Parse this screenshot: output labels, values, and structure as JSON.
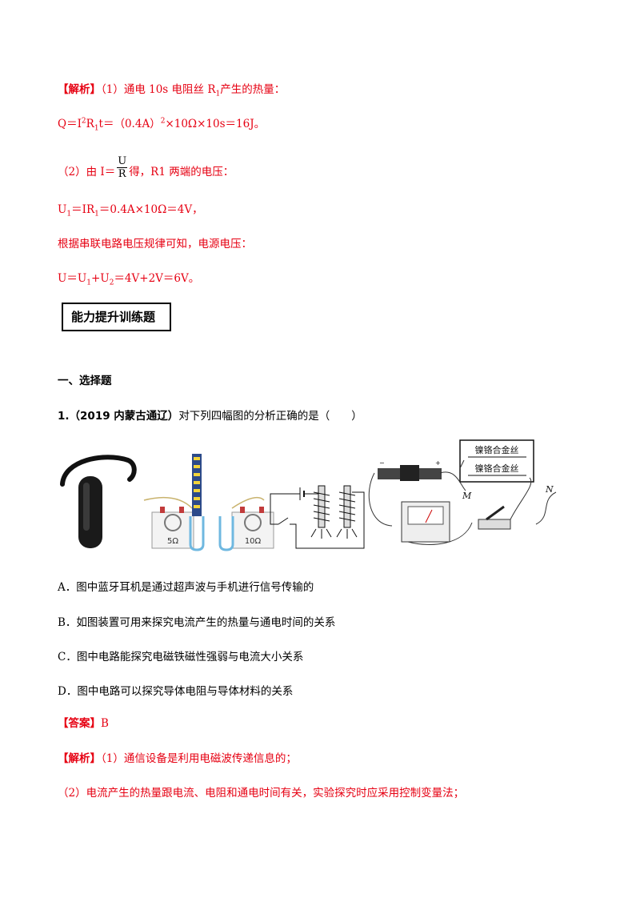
{
  "analysis1": {
    "tag": "【解析】",
    "l1_a": "（1）通电 10s 电阻丝 R",
    "l1_sub": "1",
    "l1_b": "产生的热量：",
    "l2_a": "Q＝I",
    "l2_sup": "2",
    "l2_b": "R",
    "l2_sub": "1",
    "l2_c": "t＝（0.4A）",
    "l2_sup2": "2",
    "l2_d": "×10Ω×10s＝16J。",
    "l3_a": "（2）由 I＝",
    "l3_num": "U",
    "l3_den": "R",
    "l3_b": "得，R1 两端的电压：",
    "l4_a": "U",
    "l4_sub1": "1",
    "l4_b": "＝IR",
    "l4_sub2": "1",
    "l4_c": "＝0.4A×10Ω＝4V，",
    "l5": "根据串联电路电压规律可知，电源电压：",
    "l6_a": "U＝U",
    "l6_sub1": "1",
    "l6_b": "+U",
    "l6_sub2": "2",
    "l6_c": "＝4V+2V＝6V。"
  },
  "section_title": "能力提升训练题",
  "subsection": "一、选择题",
  "question": {
    "num": "1.",
    "source": "（2019 内蒙古通辽）",
    "text": "对下列四幅图的分析正确的是（　　）"
  },
  "figure": {
    "label_5": "5Ω",
    "label_10": "10Ω",
    "wire1": "镍铬合金丝",
    "wire2": "镍铬合金丝",
    "label_m": "M",
    "label_n": "N"
  },
  "options": [
    "A．图中蓝牙耳机是通过超声波与手机进行信号传输的",
    "B．如图装置可用来探究电流产生的热量与通电时间的关系",
    "C．图中电路能探究电磁铁磁性强弱与电流大小关系",
    "D．图中电路可以探究导体电阻与导体材料的关系"
  ],
  "answer": {
    "tag": "【答案】",
    "value": "B"
  },
  "analysis2": {
    "tag": "【解析】",
    "l1": "（1）通信设备是利用电磁波传递信息的；",
    "l2": "（2）电流产生的热量跟电流、电阻和通电时间有关，实验探究时应采用控制变量法；"
  },
  "colors": {
    "red": "#e60012",
    "blue": "#6fb8e0"
  }
}
